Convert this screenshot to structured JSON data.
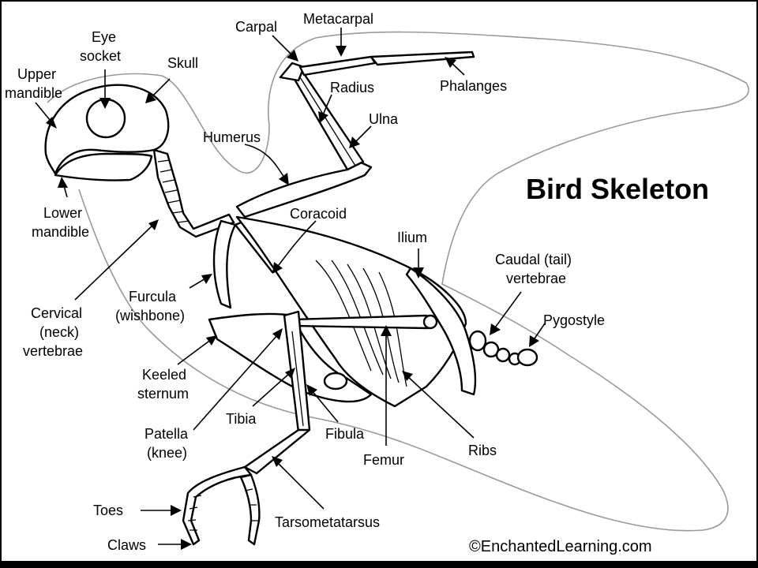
{
  "title": "Bird Skeleton",
  "credit": "©EnchantedLearning.com",
  "labels": {
    "upper_mandible": [
      "Upper",
      "mandible"
    ],
    "eye_socket": [
      "Eye",
      "socket"
    ],
    "skull": "Skull",
    "carpal": "Carpal",
    "metacarpal": "Metacarpal",
    "phalanges": "Phalanges",
    "radius": "Radius",
    "ulna": "Ulna",
    "humerus": "Humerus",
    "coracoid": "Coracoid",
    "ilium": "Ilium",
    "caudal": [
      "Caudal (tail)",
      "vertebrae"
    ],
    "pygostyle": "Pygostyle",
    "lower_mandible": [
      "Lower",
      "mandible"
    ],
    "cervical": [
      "Cervical",
      "(neck)",
      "vertebrae"
    ],
    "furcula": [
      "Furcula",
      "(wishbone)"
    ],
    "keeled_sternum": [
      "Keeled",
      "sternum"
    ],
    "tibia": "Tibia",
    "patella": [
      "Patella",
      "(knee)"
    ],
    "fibula": "Fibula",
    "femur": "Femur",
    "ribs": "Ribs",
    "toes": "Toes",
    "claws": "Claws",
    "tarsometatarsus": "Tarsometatarsus"
  }
}
